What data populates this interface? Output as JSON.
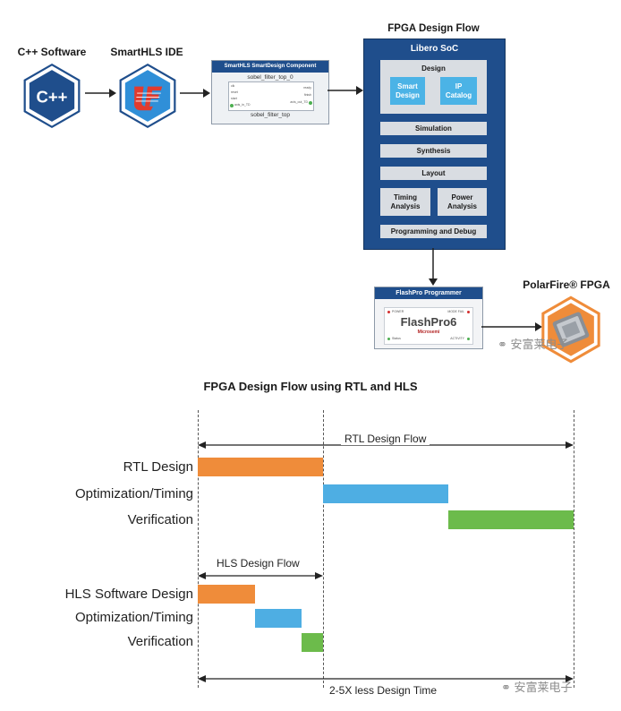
{
  "top": {
    "cpp_software": {
      "title": "C++ Software",
      "icon_text": "C++",
      "icon": "cpp-hex-icon"
    },
    "smarthls_ide": {
      "title": "SmartHLS IDE",
      "icon": "smarthls-logo-hex-icon"
    },
    "component": {
      "title": "SmartHLS SmartDesign Component",
      "instance_name": "sobel_filter_top_0",
      "module_name": "sobel_filter_top",
      "ports_left": [
        "clk",
        "reset",
        "start",
        "axis_in_TD"
      ],
      "ports_right": [
        "ready",
        "finish",
        "axis_out_TD"
      ]
    },
    "fpga_flow": {
      "title": "FPGA Design Flow",
      "libero_title": "Libero SoC",
      "design_label": "Design",
      "smart_design": "Smart\nDesign",
      "ip_catalog": "IP\nCatalog",
      "simulation": "Simulation",
      "synthesis": "Synthesis",
      "layout": "Layout",
      "timing_analysis": "Timing\nAnalysis",
      "power_analysis": "Power\nAnalysis",
      "programming_debug": "Programming and Debug"
    },
    "flashpro": {
      "title": "FlashPro Programmer",
      "brand": "FlashPro6",
      "vendor": "Microsemi",
      "led_power": "POWER",
      "led_mode": "MODE FAIL",
      "led_status": "Status",
      "led_activity": "ACTIVITY"
    },
    "polarfire": {
      "title": "PolarFire® FPGA",
      "icon": "polarfire-chip-hex-icon"
    },
    "watermark": "安富莱电子"
  },
  "bottom": {
    "title": "FPGA Design Flow using RTL and HLS",
    "rtl_flow_label": "RTL Design Flow",
    "hls_flow_label": "HLS Design Flow",
    "bottom_label": "2-5X less Design Time",
    "rtl_rows": [
      "RTL Design",
      "Optimization/Timing",
      "Verification"
    ],
    "hls_rows": [
      "HLS Software Design",
      "Optimization/Timing",
      "Verification"
    ],
    "watermark": "安富莱电子"
  },
  "chart_data": {
    "type": "gantt",
    "title": "FPGA Design Flow using RTL and HLS",
    "series": [
      {
        "name": "RTL Design Flow",
        "tasks": [
          {
            "label": "RTL Design",
            "start": 0,
            "end": 1
          },
          {
            "label": "Optimization/Timing",
            "start": 1,
            "end": 2
          },
          {
            "label": "Verification",
            "start": 2,
            "end": 3
          }
        ]
      },
      {
        "name": "HLS Design Flow",
        "tasks": [
          {
            "label": "HLS Software Design",
            "start": 0,
            "end": 0.46
          },
          {
            "label": "Optimization/Timing",
            "start": 0.46,
            "end": 0.83
          },
          {
            "label": "Verification",
            "start": 0.83,
            "end": 1
          }
        ]
      }
    ],
    "colors": {
      "design": "#ef8c3a",
      "timing": "#4eaee3",
      "verification": "#6cbb4b"
    },
    "annotation": "2-5X less Design Time"
  }
}
